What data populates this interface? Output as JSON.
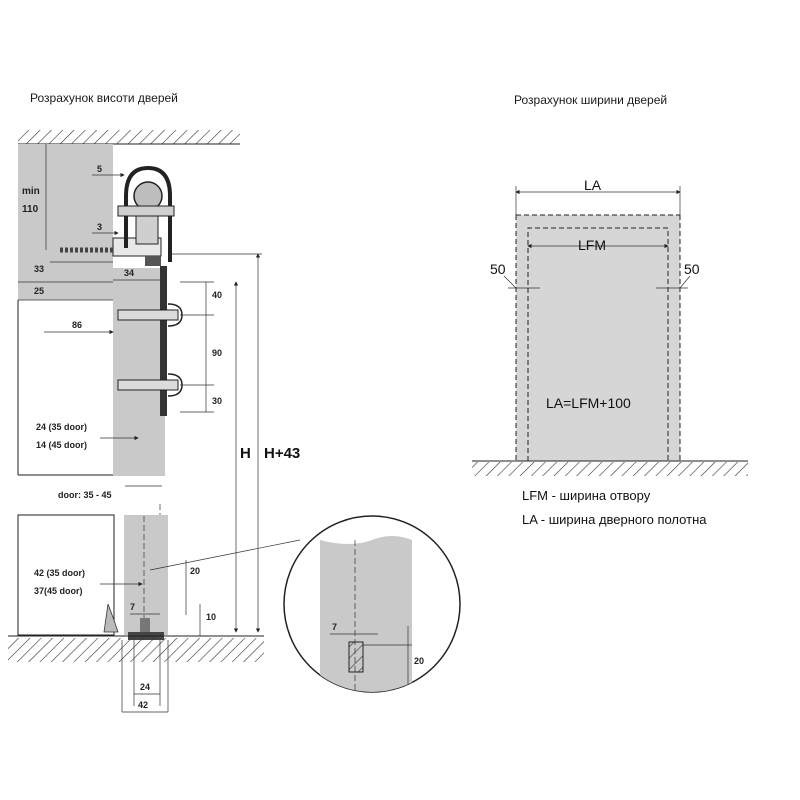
{
  "height_diagram": {
    "title": "Розрахунок висоти дверей",
    "labels": {
      "min": "min",
      "min_value": "110",
      "d5": "5",
      "d3": "3",
      "d33": "33",
      "d25": "25",
      "d34": "34",
      "d40": "40",
      "d86": "86",
      "d90": "90",
      "d30": "30",
      "door24": "24 (35 door)",
      "door14": "14 (45 door)",
      "door_range": "door: 35 - 45",
      "H": "H",
      "H43": "H+43",
      "door42": "42 (35 door)",
      "door37": "37(45 door)",
      "d20": "20",
      "d7": "7",
      "d10": "10",
      "b24": "24",
      "b42": "42",
      "zoom7": "7",
      "zoom20": "20"
    }
  },
  "width_diagram": {
    "title": "Розрахунок ширини дверей",
    "labels": {
      "LA": "LA",
      "LFM": "LFM",
      "left50": "50",
      "right50": "50",
      "formula": "LA=LFM+100"
    }
  },
  "legend": [
    {
      "text": "LFM  - ширина отвору"
    },
    {
      "text": "LA   - ширина дверного полотна"
    }
  ]
}
